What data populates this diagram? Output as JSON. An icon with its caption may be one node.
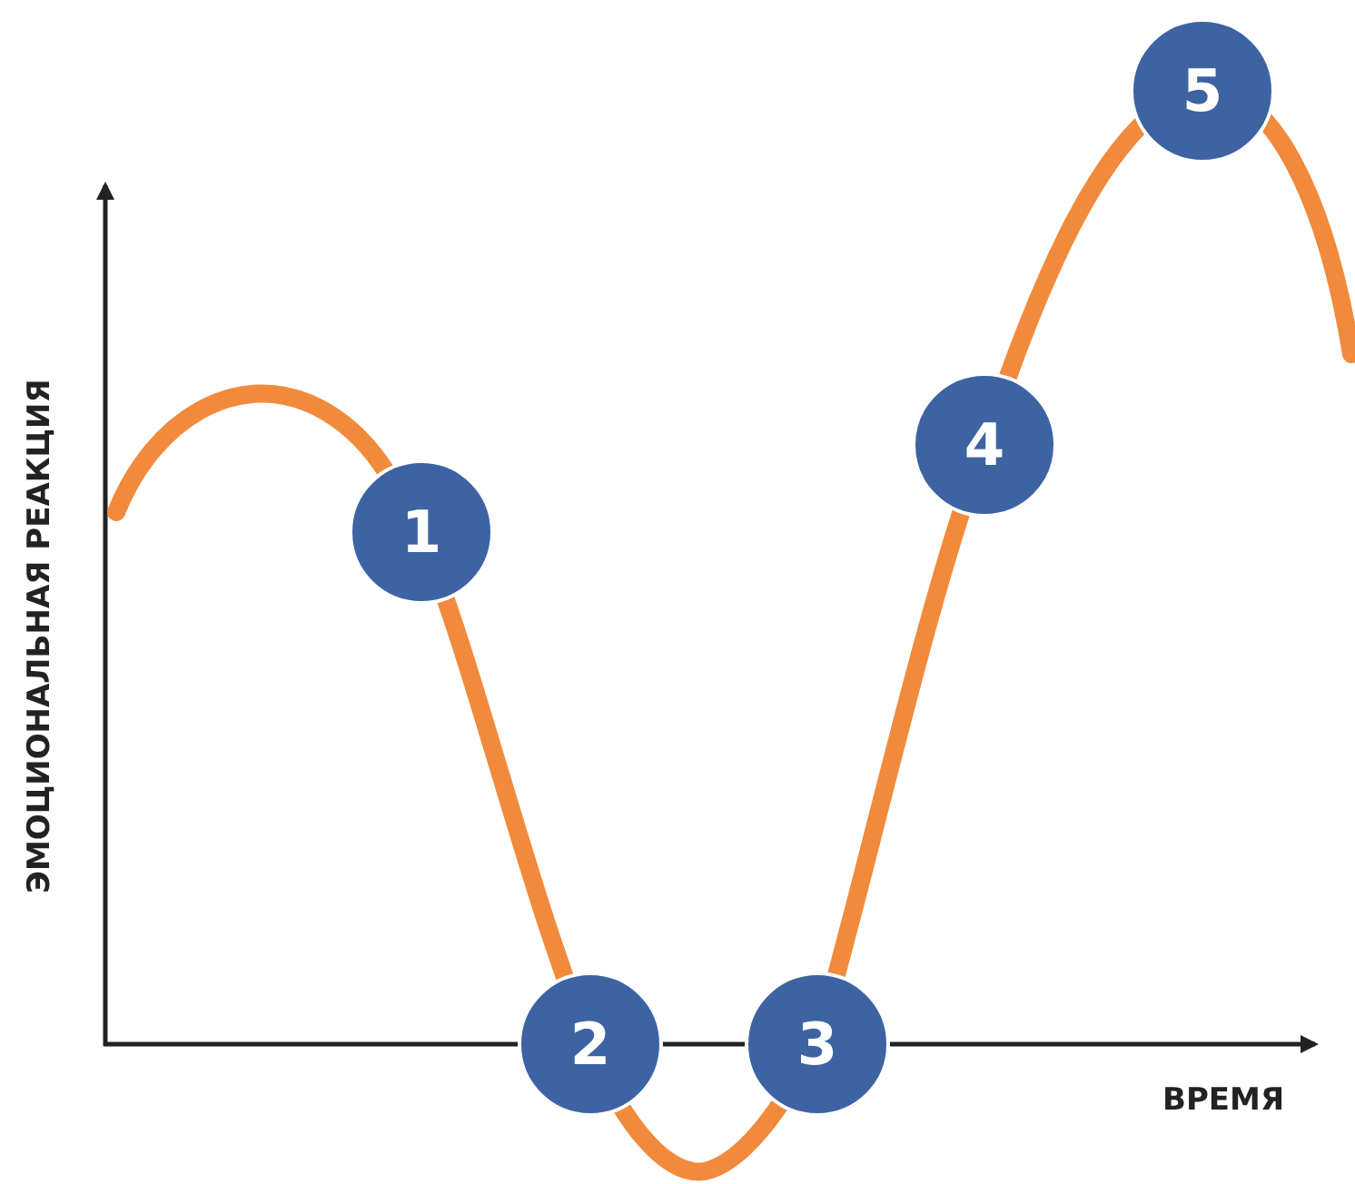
{
  "diagram": {
    "nodes": [
      {
        "text": [
          "1"
        ]
      },
      {
        "text": [
          "2"
        ]
      },
      {
        "text": [
          "3"
        ]
      },
      {
        "text": [
          "4"
        ]
      },
      {
        "text": [
          "5"
        ]
      }
    ],
    "labels": [
      "ЭМОЦИОНАЛЬНАЯ РЕАКЦИЯ",
      "ВРЕМЯ"
    ]
  }
}
